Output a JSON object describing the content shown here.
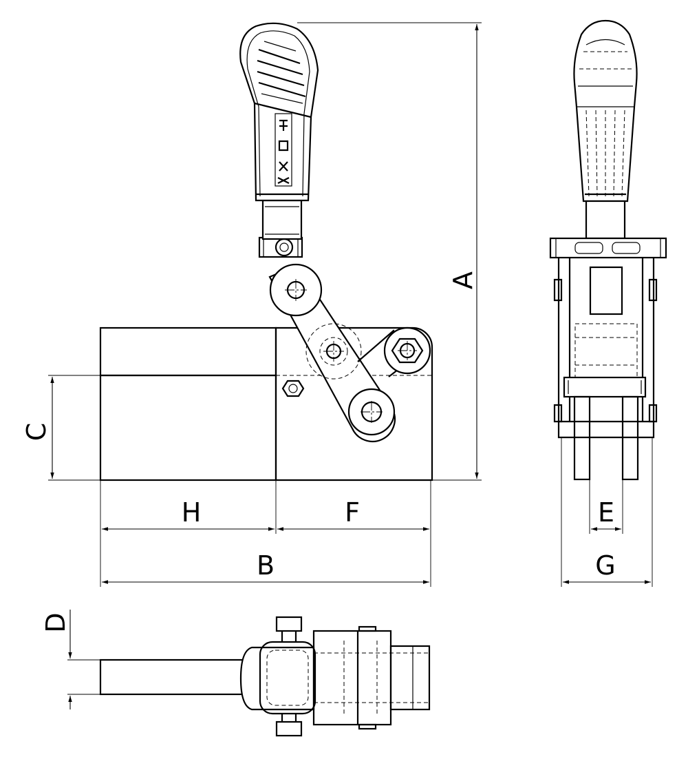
{
  "dimension_labels": {
    "A": "A",
    "B": "B",
    "C": "C",
    "D": "D",
    "E": "E",
    "F": "F",
    "G": "G",
    "H": "H"
  },
  "colors": {
    "line": "#000000",
    "background": "#ffffff"
  }
}
